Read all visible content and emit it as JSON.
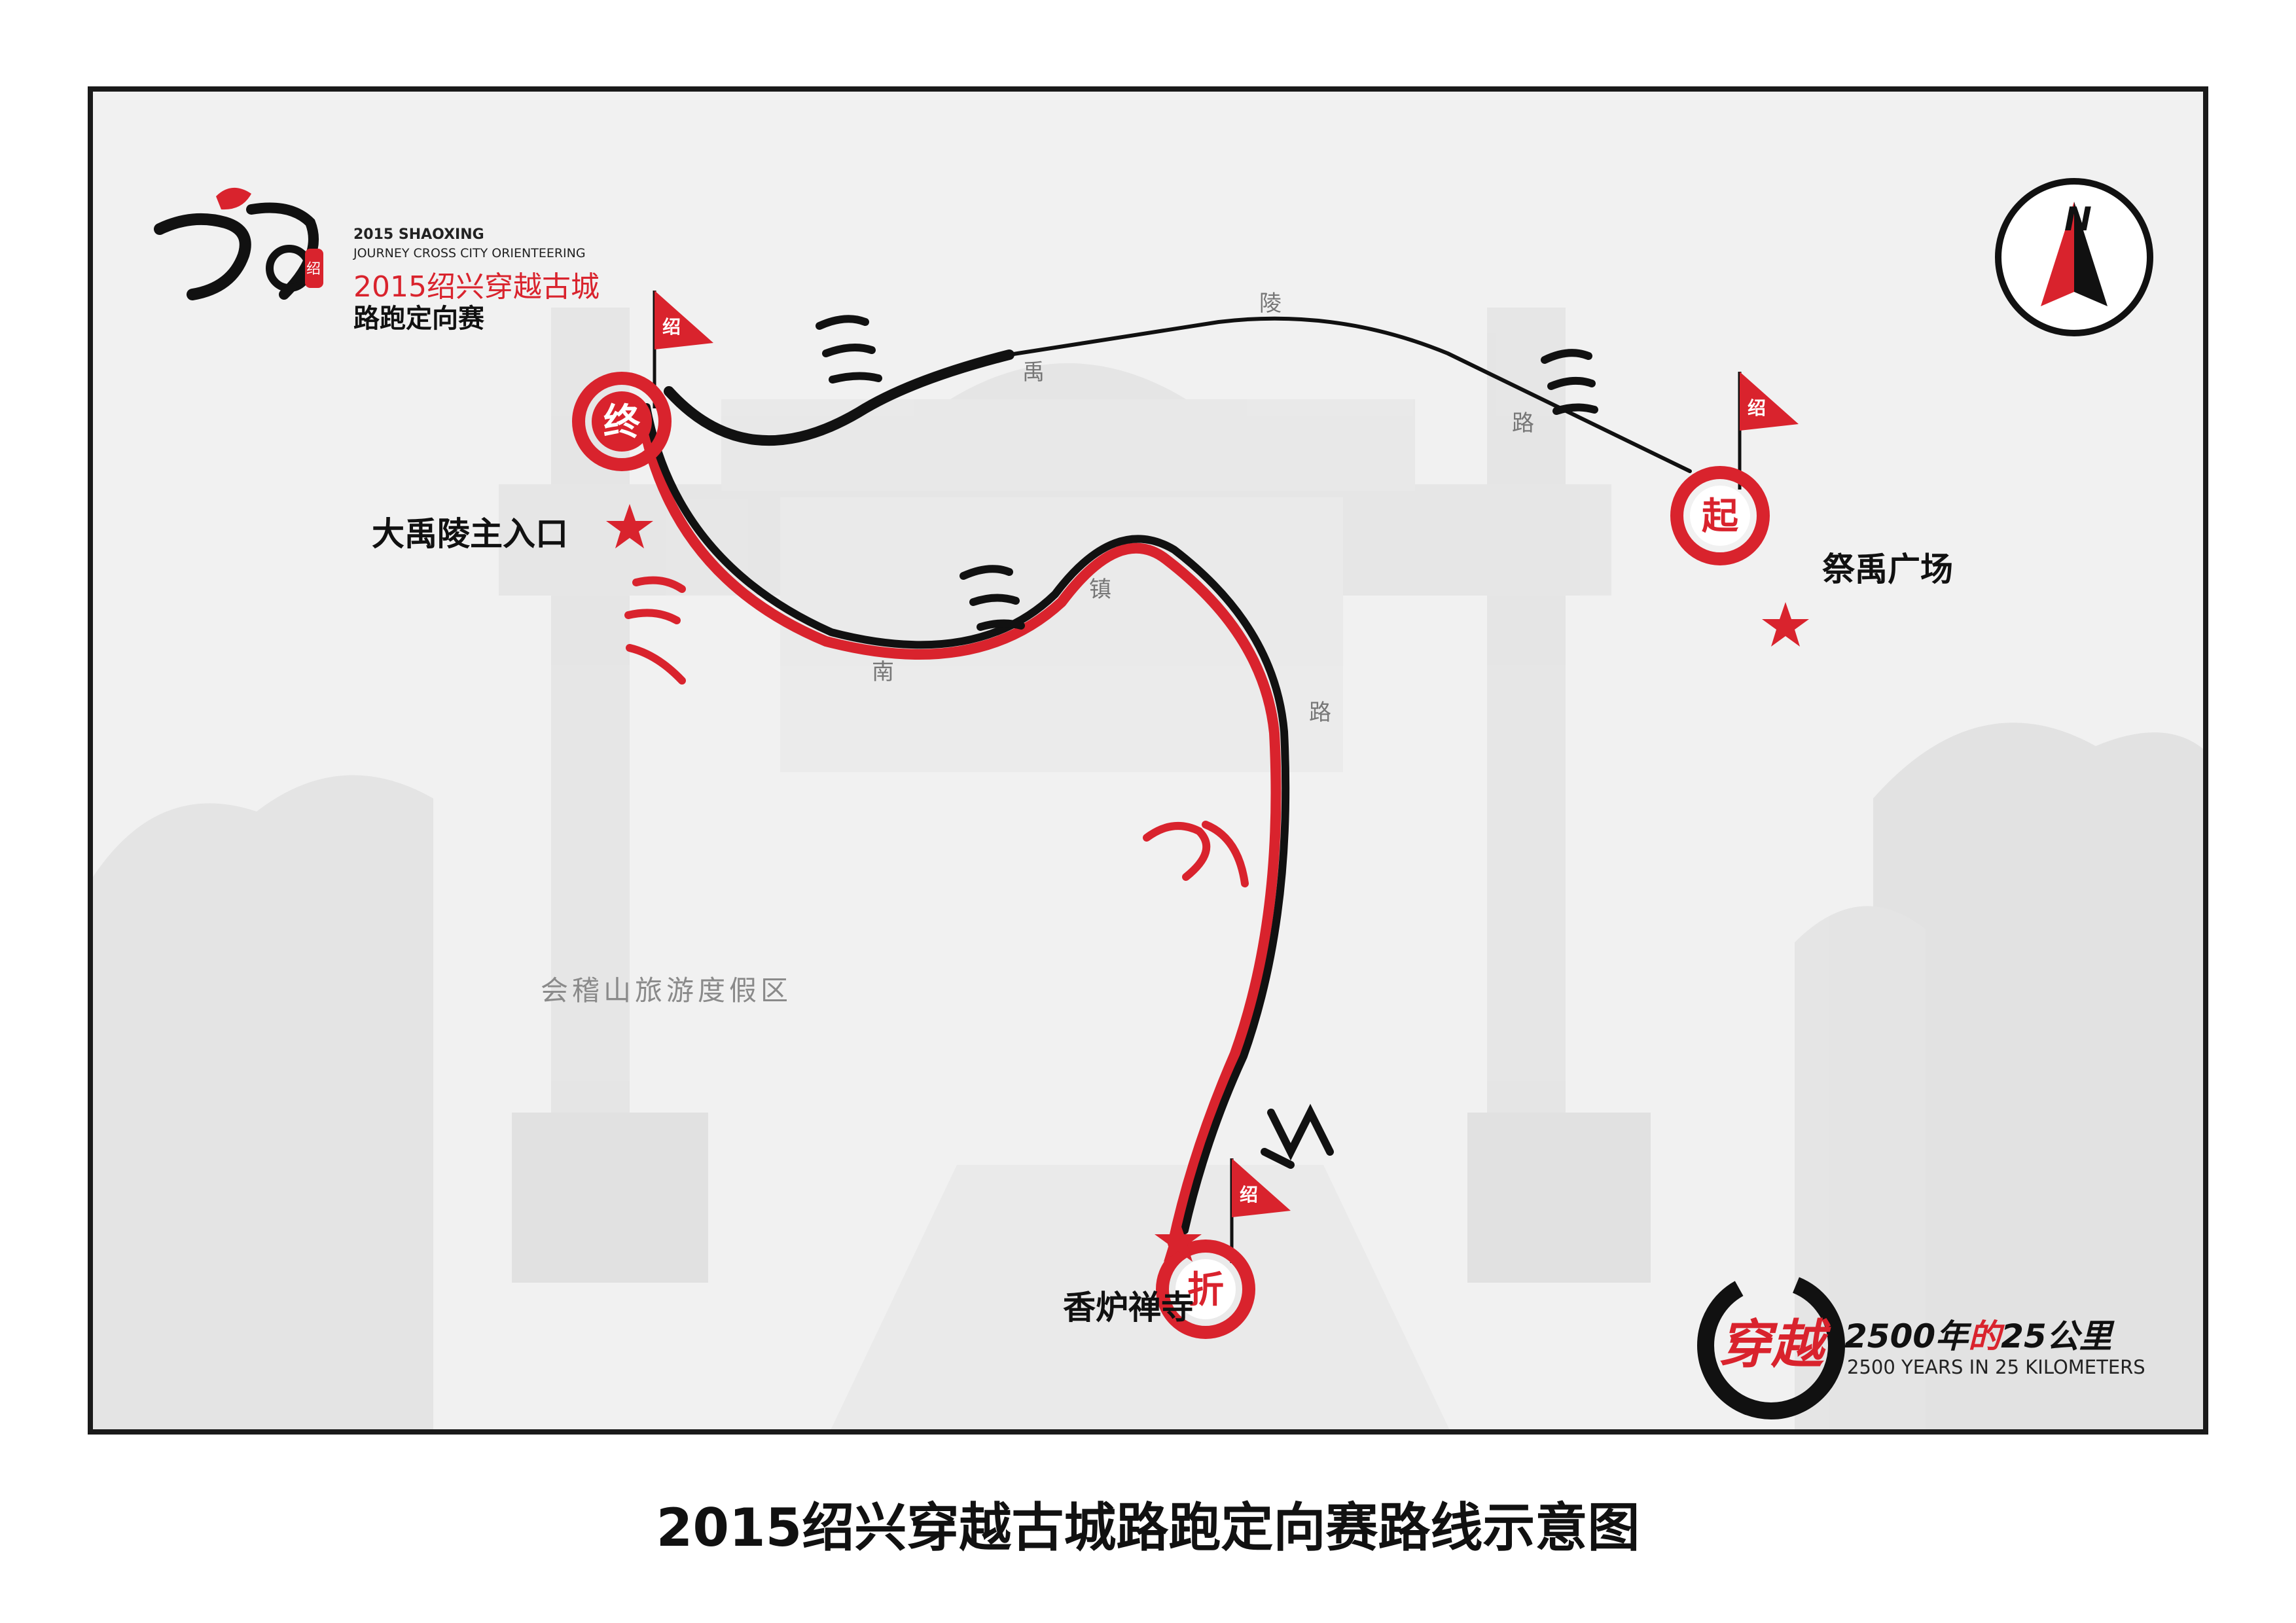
{
  "logo": {
    "en_line1": "2015 SHAOXING",
    "en_line2": "JOURNEY CROSS CITY ORIENTEERING",
    "cn_line1": "2015绍兴穿越古城",
    "cn_line2": "路跑定向赛",
    "seal_char": "绍"
  },
  "compass": {
    "letter": "N"
  },
  "checkpoints": {
    "start_char": "起",
    "end_char": "终",
    "turn_char": "折",
    "flag_char": "绍"
  },
  "places": {
    "dayu_entrance": "大禹陵主入口",
    "jiyu_square": "祭禹广场",
    "xianglu_temple": "香炉禅寺",
    "district": "会稽山旅游度假区"
  },
  "roads": {
    "yuling_chars": [
      "禹",
      "陵",
      "路"
    ],
    "nanzhen_chars": [
      "南",
      "镇",
      "路"
    ]
  },
  "slogan": {
    "cn_prefix": "2500",
    "cn_char1": "年",
    "cn_char2": "的",
    "cn_num": "25",
    "cn_suffix": "公里",
    "cn_badge": "穿越",
    "en": "2500 YEARS IN 25 KILOMETERS"
  },
  "colors": {
    "accent_red": "#d9232d",
    "route_black": "#111111",
    "background_gray": "#f1f1f1"
  },
  "title": "2015绍兴穿越古城路跑定向赛路线示意图"
}
